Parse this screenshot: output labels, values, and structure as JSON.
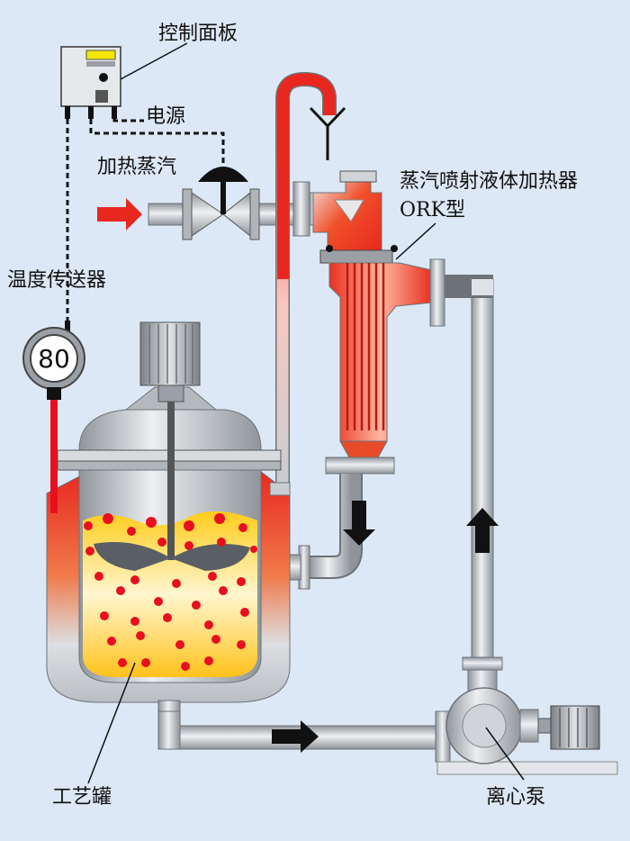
{
  "labels": {
    "control_panel": "控制面板",
    "power": "电源",
    "heating_steam": "加热蒸汽",
    "temp_transmitter": "温度传送器",
    "heater_name": "蒸汽喷射液体加热器",
    "heater_model": "ORK型",
    "process_tank": "工艺罐",
    "centrifugal_pump": "离心泵"
  },
  "gauge": {
    "reading": "80"
  },
  "colors": {
    "background": "#dce8f5",
    "pipe": "#c8cdd2",
    "steam_red": "#e8281e",
    "liquid_yellow": "#ffd23c",
    "display_yellow": "#f5e600",
    "arrow_black": "#111111"
  },
  "icons": [
    "control-panel-icon",
    "steam-inlet-arrow-icon",
    "flow-arrow-icon",
    "agitator-motor-icon",
    "gauge-icon",
    "vent-icon"
  ]
}
